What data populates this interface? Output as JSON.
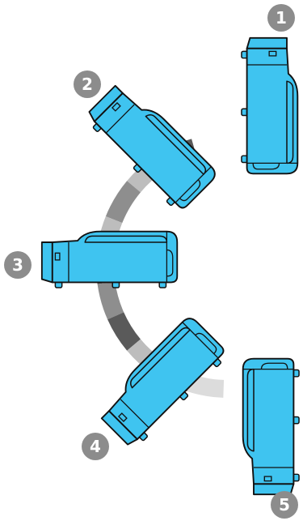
{
  "diagram": {
    "colors": {
      "body": "#3fc4f0",
      "outline": "#111111",
      "badge": "#8c8c8c",
      "badge_text": "#ffffff",
      "arc_dark": "#5a5a5a",
      "arc_mid": "#8e8e8e",
      "arc_light": "#bdbdbd",
      "arc_lightest": "#dcdcdc"
    },
    "positions": [
      {
        "number": "1",
        "angle_deg": -90
      },
      {
        "number": "2",
        "angle_deg": -45
      },
      {
        "number": "3",
        "angle_deg": 0
      },
      {
        "number": "4",
        "angle_deg": 45
      },
      {
        "number": "5",
        "angle_deg": 90
      }
    ]
  }
}
